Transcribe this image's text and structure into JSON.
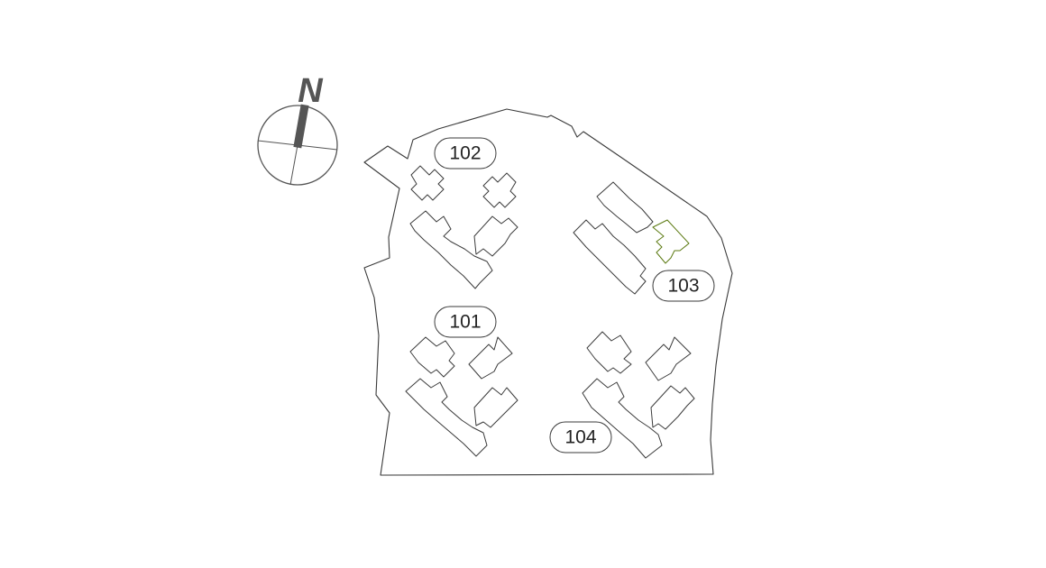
{
  "compass": {
    "label": "N",
    "needle_color": "#555555"
  },
  "highlight_color": "#8db52a",
  "blocks": [
    {
      "id": "101",
      "label": "101"
    },
    {
      "id": "102",
      "label": "102"
    },
    {
      "id": "103",
      "label": "103"
    },
    {
      "id": "104",
      "label": "104"
    }
  ],
  "selected_unit": {
    "block": "103",
    "color": "#8db52a"
  }
}
